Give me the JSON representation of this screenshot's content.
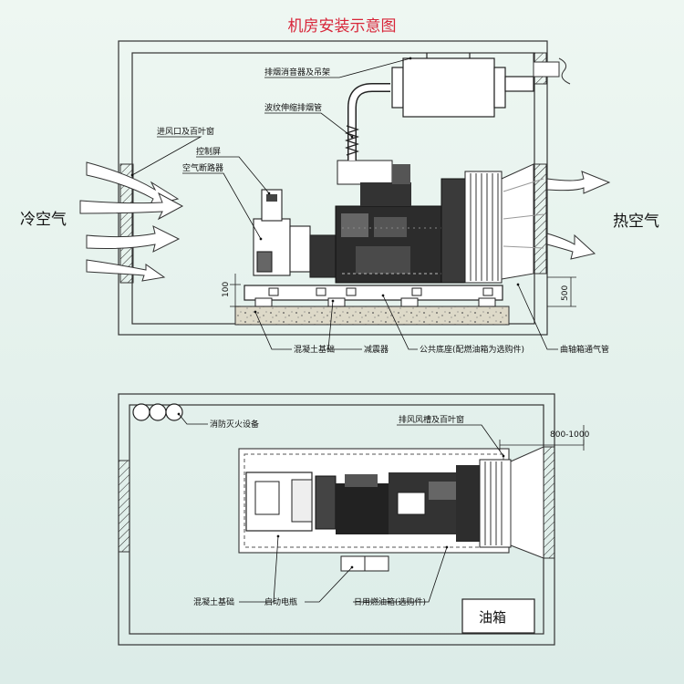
{
  "title": "机房安装示意图",
  "top_view": {
    "labels": {
      "muffler": "排烟消音器及吊架",
      "bellows": "波纹伸缩排烟管",
      "air_inlet": "进风口及百叶窗",
      "control_panel": "控制屏",
      "breaker": "空气断路器",
      "cold_air": "冷空气",
      "hot_air": "热空气",
      "dim_100": "100",
      "dim_500": "500",
      "concrete": "混凝土基础",
      "damper": "减震器",
      "base": "公共底座(配燃油箱为选购件)",
      "crankcase_vent": "曲轴箱通气管"
    }
  },
  "plan_view": {
    "labels": {
      "fire": "消防灭火设备",
      "exhaust_duct": "排风风槽及百叶窗",
      "dim_range": "800-1000",
      "concrete": "混凝土基础",
      "battery": "启动电瓶",
      "day_tank": "日用燃油箱(选购件)",
      "oil_tank": "油箱"
    }
  }
}
